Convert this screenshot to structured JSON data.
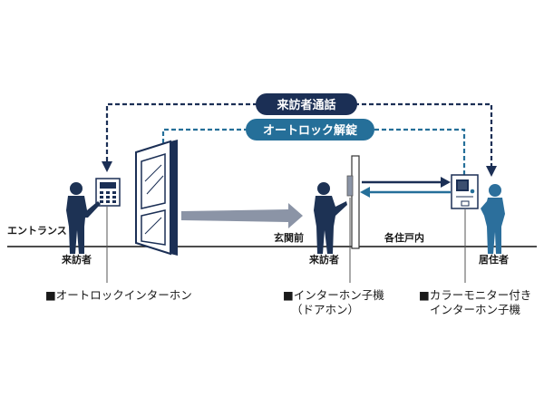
{
  "labels": {
    "visitor_call": "来訪者通話",
    "autolock_release": "オートロック解錠",
    "entrance": "エントランス",
    "visitor_left": "来訪者",
    "genkan_front": "玄関前",
    "visitor_right": "来訪者",
    "each_unit": "各住戸内",
    "resident": "居住者"
  },
  "captions": {
    "autolock_intercom": "■オートロックインターホン",
    "door_intercom_line1": "■インターホン子機",
    "door_intercom_line2": "（ドアホン）",
    "monitor_line1": "■カラーモニター付き",
    "monitor_line2": "インターホン子機"
  },
  "colors": {
    "navy": "#1b2f55",
    "teal": "#256f99",
    "gray_arrow": "#8b94a6",
    "figure": "#1d3254",
    "figure_right": "#2c6f9c"
  }
}
